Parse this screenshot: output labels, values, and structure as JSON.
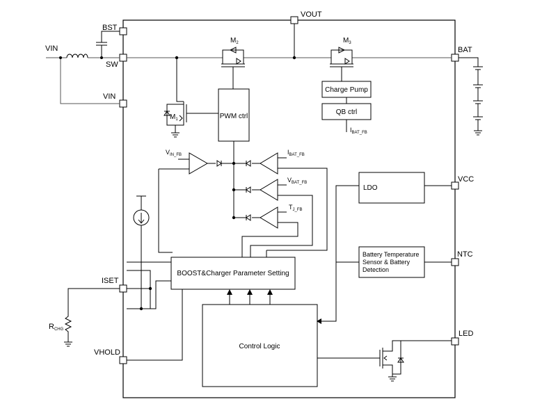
{
  "pins": {
    "vout": "VOUT",
    "bst": "BST",
    "sw": "SW",
    "vin": "VIN",
    "bat": "BAT",
    "vcc": "VCC",
    "ntc": "NTC",
    "led": "LED",
    "iset": "ISET",
    "vhold": "VHOLD"
  },
  "external": {
    "vin_supply": "VIN",
    "rchg_main": "R",
    "rchg_sub": "CHG"
  },
  "transistors": {
    "m1_main": "M",
    "m1_sub": "1",
    "m2_main": "M",
    "m2_sub": "2",
    "m3_main": "M",
    "m3_sub": "3"
  },
  "blocks": {
    "pwm_ctrl": "PWM ctrl",
    "charge_pump": "Charge Pump",
    "qb_ctrl": "QB ctrl",
    "ldo": "LDO",
    "battery_line1": "Battery Temperature",
    "battery_line2": "Sensor & Battery",
    "battery_line3": "Detection",
    "boost_setting": "BOOST&Charger Parameter Setting",
    "control_logic": "Control Logic"
  },
  "signals": {
    "vin_fb_main": "V",
    "vin_fb_sub": "IN_FB",
    "ibat_fb_main": "I",
    "ibat_fb_sub": "BAT_FB",
    "vbat_fb_main": "V",
    "vbat_fb_sub": "BAT_FB",
    "tj_fb_main": "T",
    "tj_fb_sub": "J_FB",
    "qb_ibat_main": "I",
    "qb_ibat_sub": "BAT_FB"
  },
  "colors": {
    "line": "#000000",
    "background": "#ffffff"
  }
}
